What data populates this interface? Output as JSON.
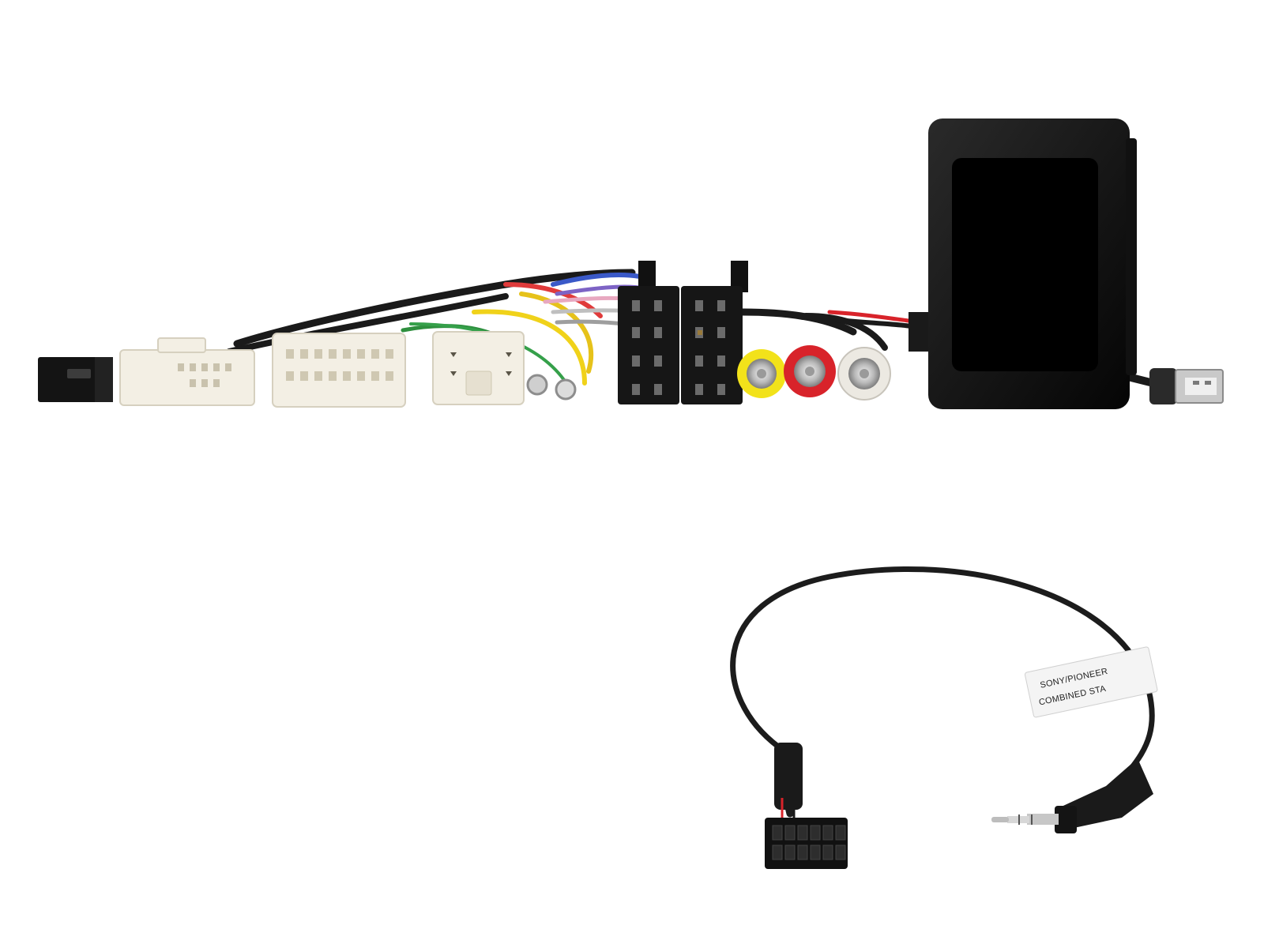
{
  "product": {
    "items": [
      {
        "name": "interface-harness",
        "kind": "wiring harness with control box"
      },
      {
        "name": "patch-lead",
        "kind": "3.5mm jack patch lead"
      }
    ],
    "lead_label": {
      "line1": "SONY/PIONEER",
      "line2": "COMBINED STA"
    }
  },
  "colors": {
    "background": "#ffffff",
    "cable_black": "#1a1a1a",
    "connector_white": "#f3efe4",
    "rca_yellow": "#f2e21a",
    "rca_red": "#d8232a",
    "rca_white": "#ece9e2",
    "box_black": "#0d0d0d"
  }
}
